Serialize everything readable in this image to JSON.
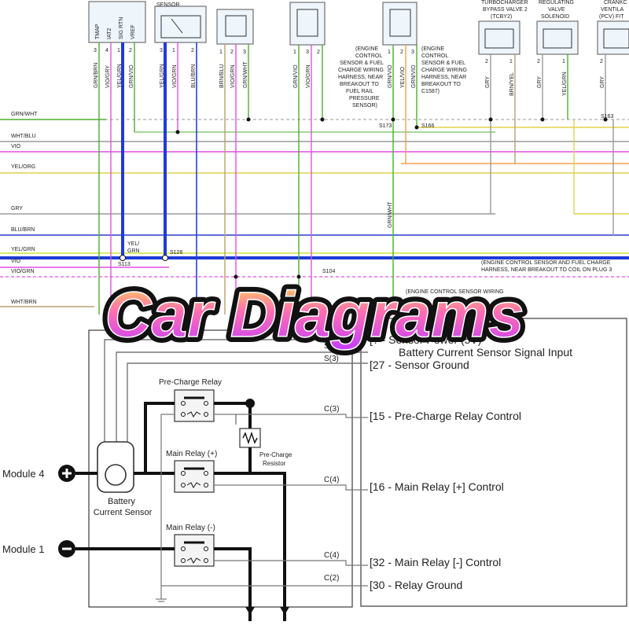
{
  "title": "Car Diagrams",
  "colors": {
    "grn_wht": "#4caf2f",
    "wht_blu": "#9a9a9a",
    "vio": "#e64ee6",
    "yel_org": "#e0d44a",
    "gry": "#9a9a9a",
    "blu_brn": "#2a3fd1",
    "yel_grn": "#cfe53a",
    "bus_blue": "#1f3bd6",
    "wht_brn": "#b8a070",
    "orange": "#f0a050",
    "title_fill_top": "#ffe14a",
    "title_fill_mid": "#ff6fb0",
    "title_fill_bot": "#c13cff"
  },
  "top": {
    "sensor_label": "SENSOR",
    "pins_tmap": [
      "TMAP",
      "IAT2",
      "SIG RTN",
      "VREF"
    ],
    "turbo_label": [
      "TURBOCHARGER",
      "BYPASS VALVE 2",
      "(TCBY2)"
    ],
    "regulating_label": [
      "REGULATING",
      "VALVE",
      "SOLENOID"
    ],
    "crank_label": [
      "CRANKC",
      "VENTILA",
      "(PCV) FIT"
    ],
    "wire_left": [
      "GRN/WHT",
      "WHT/BLU",
      "VIO",
      "YEL/ORG",
      "GRY",
      "BLU/BRN",
      "YEL/GRN",
      "VIO",
      "VIO/GRN",
      "WHT/BRN"
    ],
    "vert_labels": [
      "GRN/BRN",
      "VIO/GRY",
      "YEL/GRN",
      "GRN/VIO",
      "YEL/GRN",
      "VIO/GRN",
      "BLU/BRN",
      "BRN/BLU",
      "VIO/GRN",
      "GRN/WHT",
      "GRN/VIO",
      "VIO/GRN",
      "GRN/VIO",
      "YEL/VIO",
      "GRN/VIO",
      "GRY",
      "BRN/YEL",
      "GRY",
      "YEL/GRN",
      "GRY"
    ],
    "pin_nums_a": [
      "3",
      "4",
      "1",
      "2"
    ],
    "pin_nums_b": [
      "3",
      "1",
      "2"
    ],
    "pin_nums_c": [
      "1",
      "2",
      "3"
    ],
    "pin_nums_d": [
      "1",
      "3",
      "2"
    ],
    "pin_nums_e": [
      "1",
      "2",
      "3"
    ],
    "pin_nums_f": [
      "2",
      "1"
    ],
    "pin_nums_g": [
      "2",
      "1"
    ],
    "pin_nums_h": [
      "2"
    ],
    "note_a": [
      "(ENGINE",
      "CONTROL",
      "SENSOR & FUEL",
      "CHARGE WIRING",
      "HARNESS, NEAR",
      "BREAKOUT TO",
      "FUEL RAIL",
      "PRESSURE",
      "SENSOR)"
    ],
    "note_b": [
      "(ENGINE",
      "CONTROL",
      "SENSOR & FUEL",
      "CHARGE WIRING",
      "HARNESS, NEAR",
      "BREAKOUT TO",
      "C1587)"
    ],
    "note_c": "(ENGINE CONTROL SENSOR AND FUEL CHARGE",
    "note_c2": "HARNESS, NEAR BREAKOUT TO COIL ON PLUG 3",
    "note_d": "(ENGINE CONTROL SENSOR WIRING",
    "splices": [
      "S173",
      "S166",
      "S163",
      "S128",
      "S113",
      "S104"
    ],
    "yel_grn_small": [
      "YEL/",
      "GRN"
    ],
    "grn_wht_vert": "GRN/WHT"
  },
  "bottom": {
    "module4": "Module 4",
    "module1": "Module 1",
    "battery_sensor": [
      "Battery",
      "Current Sensor"
    ],
    "pre_charge_relay": "Pre-Charge Relay",
    "main_relay_pos": "Main Relay (+)",
    "main_relay_neg": "Main Relay (-)",
    "pre_charge_resistor": [
      "Pre-Charge",
      "Resistor"
    ],
    "connectors": [
      "S(4)",
      "S(3)",
      "C(3)",
      "C(4)",
      "C(4)",
      "C(2)"
    ],
    "pins": [
      "[? - Sensor Power (5V)",
      "Battery Current Sensor Signal Input",
      "[27 - Sensor Ground",
      "[15 - Pre-Charge Relay Control",
      "[16 - Main Relay [+] Control",
      "[32 - Main Relay [-] Control",
      "[30 - Relay Ground"
    ]
  }
}
